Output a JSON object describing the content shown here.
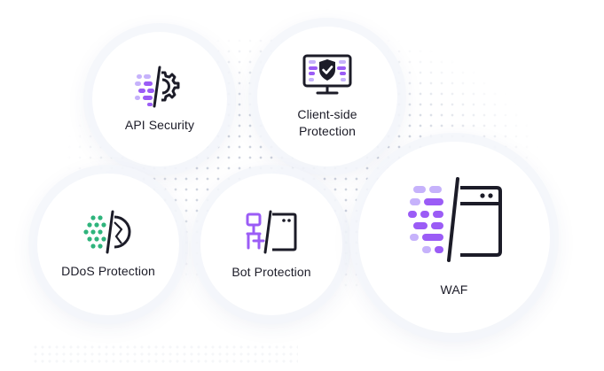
{
  "colors": {
    "purple": "#9b5cf6",
    "purple_light": "#c6b2fb",
    "green": "#2fb47c",
    "ink": "#1c1c28"
  },
  "products": [
    {
      "label": "API Security",
      "icon": "api-gear-icon"
    },
    {
      "label": "Client-side Protection",
      "icon": "monitor-shield-icon"
    },
    {
      "label": "DDoS Protection",
      "icon": "ddos-shield-icon"
    },
    {
      "label": "Bot Protection",
      "icon": "bot-browser-icon"
    },
    {
      "label": "WAF",
      "icon": "waf-browser-icon"
    }
  ]
}
